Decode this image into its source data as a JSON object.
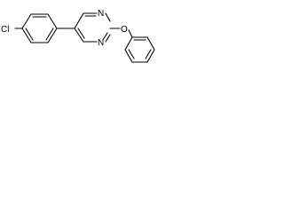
{
  "diagram": {
    "type": "chemical-structure",
    "atoms": {
      "chlorine": "Cl",
      "nitrogen_top": "N",
      "nitrogen_bottom": "N",
      "oxygen": "O"
    },
    "colors": {
      "bond": "#000000",
      "label": "#000000",
      "background": "#ffffff"
    }
  }
}
